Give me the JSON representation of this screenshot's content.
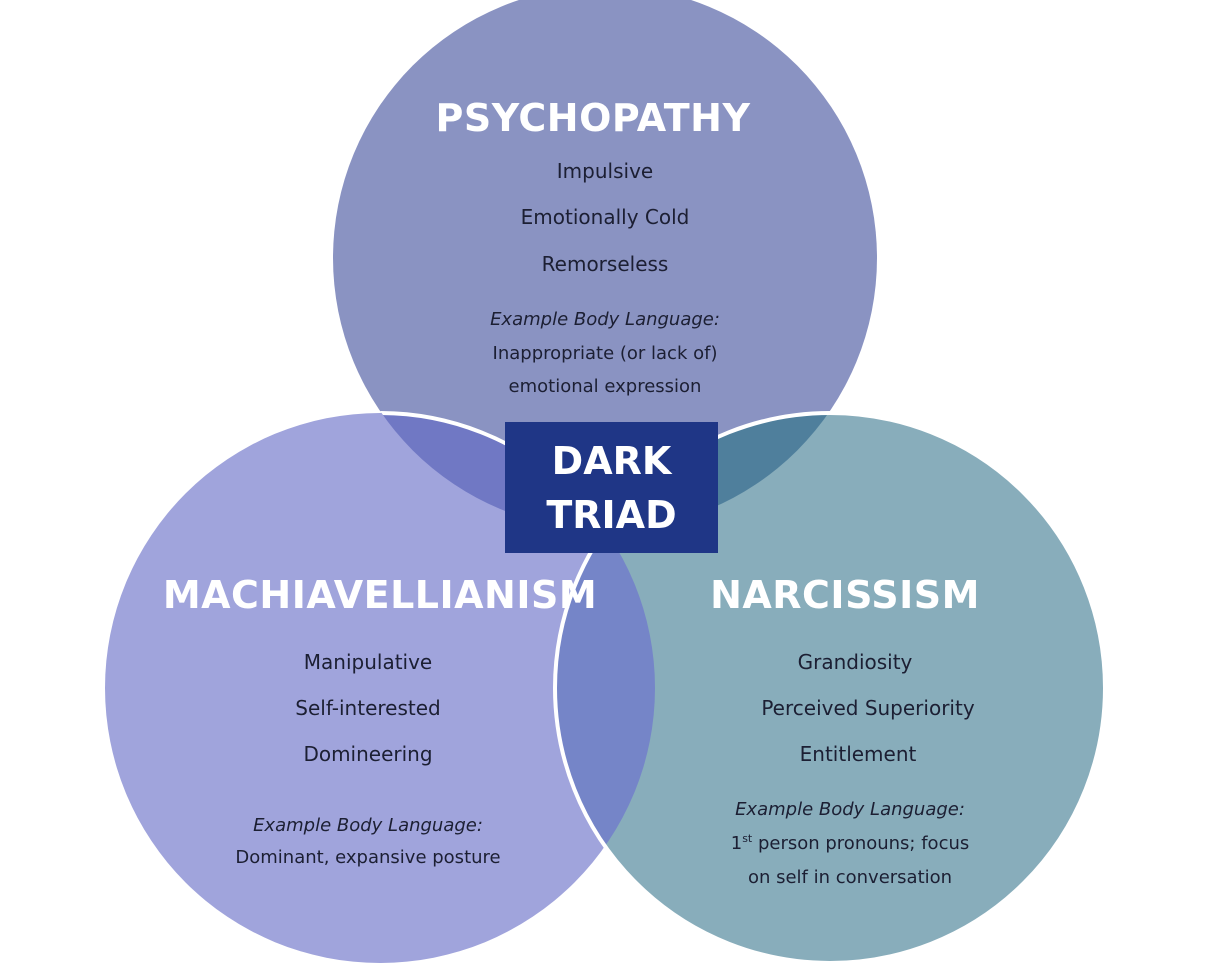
{
  "colors": {
    "psychopathy": "#8a93c2",
    "machiavellianism": "#a0a4dc",
    "narcissism": "#88adbb",
    "overlap_top_left": "#7078c4",
    "overlap_top_right": "#4f7f9c",
    "overlap_left_right": "#7585c8",
    "center_box": "#1f3686"
  },
  "center": {
    "line1": "DARK",
    "line2": "TRIAD"
  },
  "psychopathy": {
    "title": "PSYCHOPATHY",
    "traits": [
      "Impulsive",
      "Emotionally Cold",
      "Remorseless"
    ],
    "example_label": "Example Body Language:",
    "example_lines": [
      "Inappropriate (or lack of)",
      "emotional expression"
    ]
  },
  "machiavellianism": {
    "title": "MACHIAVELLIANISM",
    "traits": [
      "Manipulative",
      "Self-interested",
      "Domineering"
    ],
    "example_label": "Example Body Language:",
    "example_lines": [
      "Dominant, expansive  posture"
    ]
  },
  "narcissism": {
    "title": "NARCISSISM",
    "traits": [
      "Grandiosity",
      "Perceived Superiority",
      "Entitlement"
    ],
    "example_label": "Example Body Language:",
    "example_line1_num": "1",
    "example_line1_sup": "st",
    "example_line1_rest": " person pronouns; focus",
    "example_lines": [
      "on self in conversation"
    ]
  }
}
